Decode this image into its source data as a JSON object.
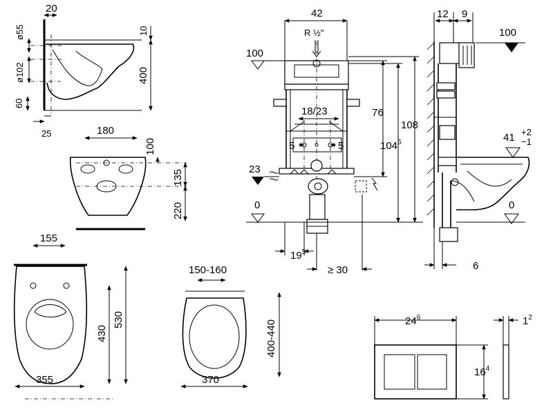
{
  "side_view": {
    "top_offset": "20",
    "diameter_55": "ø55",
    "diameter_102": "ø102",
    "gap_10": "10",
    "height_400": "400",
    "offset_60": "60",
    "offset_25": "25"
  },
  "top_view": {
    "width_180": "180",
    "drop_100": "100",
    "drop_135": "135",
    "drop_220": "220"
  },
  "bowl_plan": {
    "width_155": "155",
    "length_430": "430",
    "length_530": "530",
    "width_355": "355"
  },
  "seat_plan": {
    "width_150_160": "150-160",
    "length_400_440": "400-440",
    "width_370": "370"
  },
  "frame_front": {
    "width_42": "42",
    "thread_label": "R ½\"",
    "level_100": "100",
    "spacing_18_23": "18/23",
    "offset_5_left": "5",
    "offset_5_right": "5",
    "level_23": "23",
    "level_0": "0",
    "height_76": "76",
    "height_104_base": "104",
    "height_104_sup": "5",
    "height_108": "108",
    "depth_19_base": "19",
    "depth_19_sup": "5",
    "min_30": "≥ 30"
  },
  "frame_side": {
    "depth_12": "12",
    "depth_9": "9",
    "level_100": "100",
    "level_41": "41",
    "level_41_plus": "+2",
    "level_41_minus": "−1",
    "level_0": "0",
    "wall_6": "6"
  },
  "flush_plate": {
    "width_base": "24",
    "width_sup": "6",
    "height_base": "16",
    "height_sup": "4",
    "depth_base": "1",
    "depth_sup": "2"
  }
}
